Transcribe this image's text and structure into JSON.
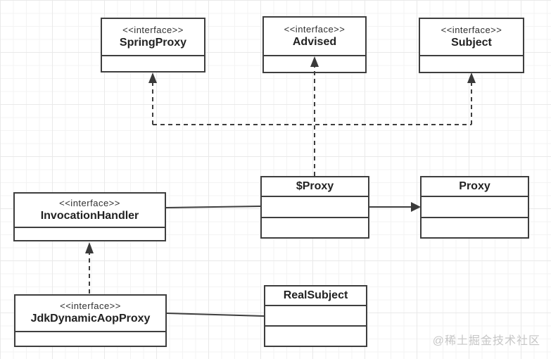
{
  "diagram": {
    "type": "uml-class-diagram",
    "watermark": "@稀土掘金技术社区",
    "colors": {
      "line": "#3e3e3e",
      "text": "#222222",
      "box_background": "#ffffff",
      "grid_minor": "#f3f3f3",
      "grid_major": "#e9e9e9",
      "watermark": "#c6c6c6"
    },
    "classes": {
      "spring_proxy": {
        "stereotype": "<<interface>>",
        "name": "SpringProxy"
      },
      "advised": {
        "stereotype": "<<interface>>",
        "name": "Advised"
      },
      "subject": {
        "stereotype": "<<interface>>",
        "name": "Subject"
      },
      "dollar_proxy": {
        "stereotype": "",
        "name": "$Proxy"
      },
      "proxy": {
        "stereotype": "",
        "name": "Proxy"
      },
      "invocation_handler": {
        "stereotype": "<<interface>>",
        "name": "InvocationHandler"
      },
      "jdk_dynamic_aop_proxy": {
        "stereotype": "<<interface>>",
        "name": "JdkDynamicAopProxy"
      },
      "real_subject": {
        "stereotype": "",
        "name": "RealSubject"
      }
    },
    "relations": [
      {
        "from": "$Proxy",
        "to": "SpringProxy",
        "style": "dashed",
        "arrow": "filled-triangle"
      },
      {
        "from": "$Proxy",
        "to": "Advised",
        "style": "dashed",
        "arrow": "filled-triangle"
      },
      {
        "from": "$Proxy",
        "to": "Subject",
        "style": "dashed",
        "arrow": "filled-triangle"
      },
      {
        "from": "InvocationHandler",
        "to": "$Proxy",
        "style": "solid",
        "arrow": "none"
      },
      {
        "from": "$Proxy",
        "to": "Proxy",
        "style": "solid",
        "arrow": "filled-triangle"
      },
      {
        "from": "JdkDynamicAopProxy",
        "to": "InvocationHandler",
        "style": "dashed",
        "arrow": "filled-triangle"
      },
      {
        "from": "JdkDynamicAopProxy",
        "to": "RealSubject",
        "style": "solid",
        "arrow": "none"
      }
    ]
  }
}
